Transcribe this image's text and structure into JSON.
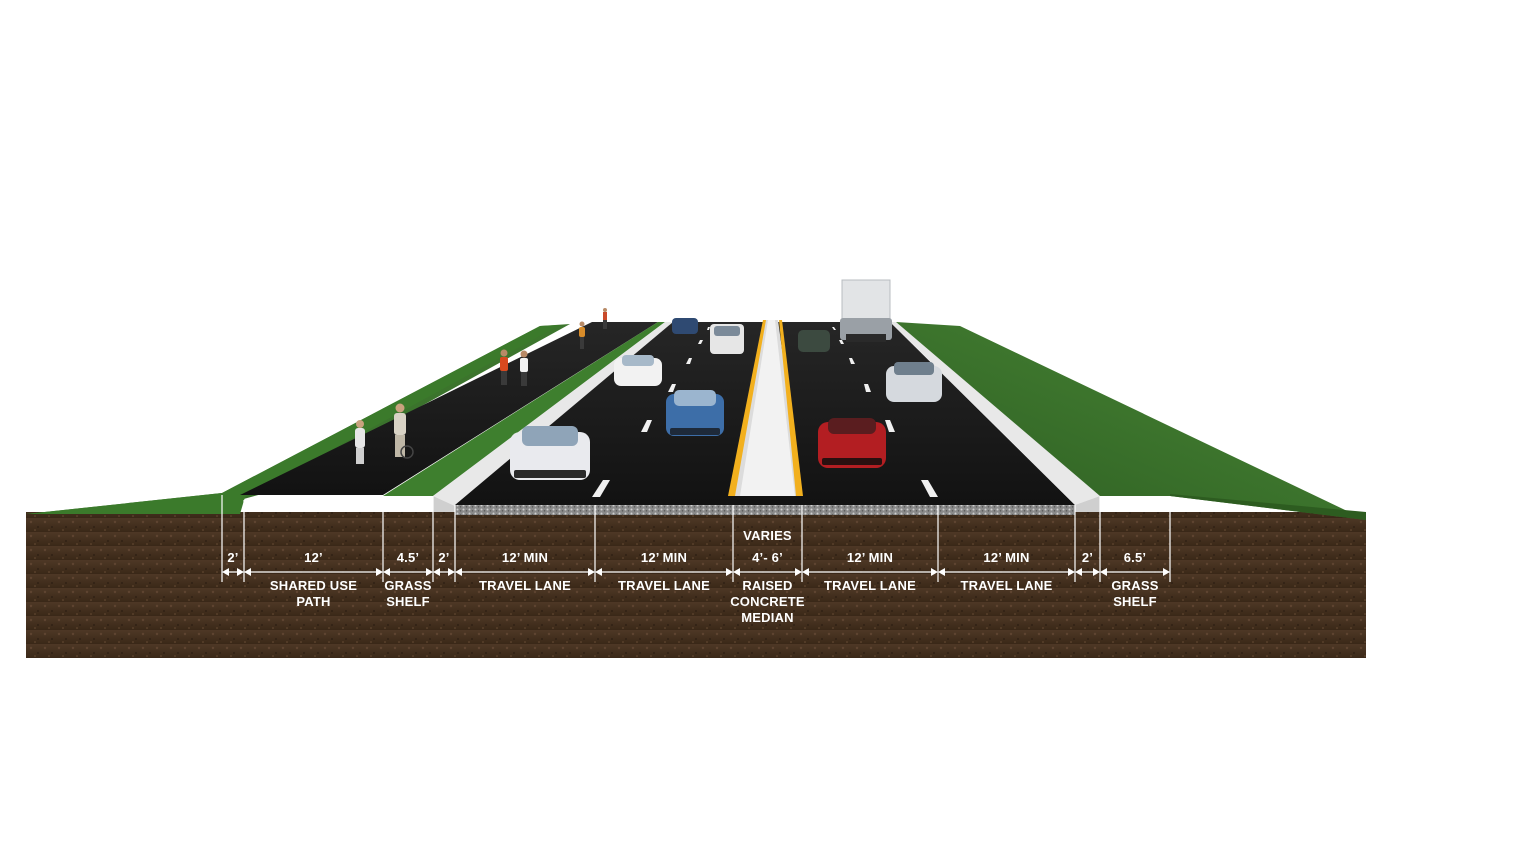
{
  "colors": {
    "grass": "#3f7a2f",
    "grass_dark": "#2f5f22",
    "asphalt": "#1a1a1a",
    "soil": "#4a3422",
    "curb": "#e6e6e6",
    "median_stripe": "#f2b01e",
    "dimension_lines": "#ffffff"
  },
  "segments": [
    {
      "id": "left-buffer",
      "width": "2’",
      "label": ""
    },
    {
      "id": "shared-use-path",
      "width": "12’",
      "label": "SHARED USE\nPATH"
    },
    {
      "id": "grass-shelf-left",
      "width": "4.5’",
      "label": "GRASS\nSHELF"
    },
    {
      "id": "curb-left",
      "width": "2’",
      "label": ""
    },
    {
      "id": "travel-lane-1",
      "width": "12’ MIN",
      "label": "TRAVEL LANE"
    },
    {
      "id": "travel-lane-2",
      "width": "12’ MIN",
      "label": "TRAVEL LANE"
    },
    {
      "id": "median",
      "width": "4’- 6’",
      "label": "RAISED\nCONCRETE\nMEDIAN",
      "note": "VARIES"
    },
    {
      "id": "travel-lane-3",
      "width": "12’ MIN",
      "label": "TRAVEL LANE"
    },
    {
      "id": "travel-lane-4",
      "width": "12’ MIN",
      "label": "TRAVEL LANE"
    },
    {
      "id": "curb-right",
      "width": "2’",
      "label": ""
    },
    {
      "id": "grass-shelf-right",
      "width": "6.5’",
      "label": "GRASS\nSHELF"
    }
  ],
  "icons": {
    "vehicles": "car-icon",
    "truck": "box-truck-icon",
    "people": "pedestrian-icon"
  }
}
